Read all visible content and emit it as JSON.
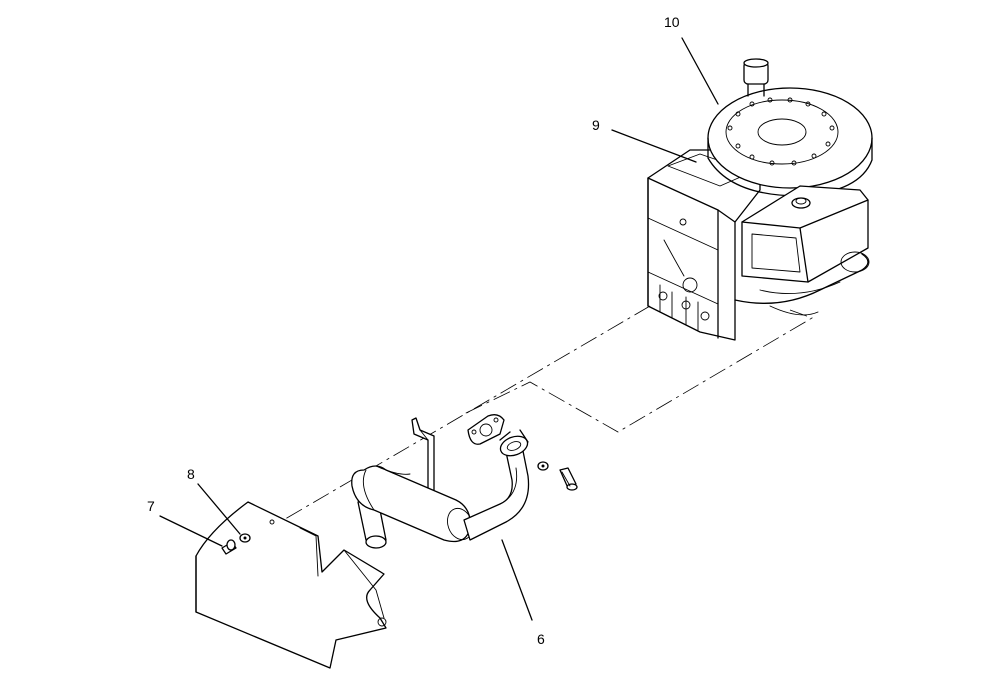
{
  "callouts": {
    "c6": "6",
    "c7": "7",
    "c8": "8",
    "c9": "9",
    "c10": "10"
  }
}
